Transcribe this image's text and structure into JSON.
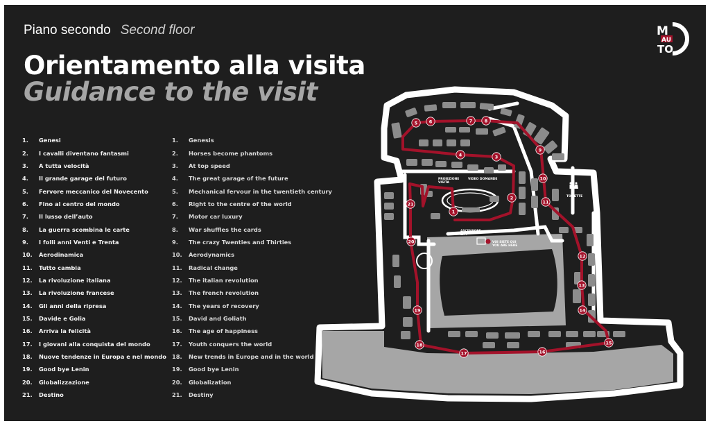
{
  "header": {
    "floor_it": "Piano secondo",
    "floor_en": "Second floor",
    "title_it": "Orientamento alla visita",
    "title_en": "Guidance to the visit"
  },
  "logo": {
    "text": "MAUTO"
  },
  "stops_it": [
    {
      "num": "1.",
      "label": "Genesi"
    },
    {
      "num": "2.",
      "label": "I cavalli diventano fantasmi"
    },
    {
      "num": "3.",
      "label": "A tutta velocità"
    },
    {
      "num": "4.",
      "label": "Il grande garage del futuro"
    },
    {
      "num": "5.",
      "label": "Fervore meccanico del Novecento"
    },
    {
      "num": "6.",
      "label": "Fino al centro del mondo"
    },
    {
      "num": "7.",
      "label": "Il lusso dell’auto"
    },
    {
      "num": "8.",
      "label": "La guerra scombina le carte"
    },
    {
      "num": "9.",
      "label": "I folli anni Venti e Trenta"
    },
    {
      "num": "10.",
      "label": "Aerodinamica"
    },
    {
      "num": "11.",
      "label": "Tutto cambia"
    },
    {
      "num": "12.",
      "label": "La rivoluzione italiana"
    },
    {
      "num": "13.",
      "label": "La rivoluzione francese"
    },
    {
      "num": "14.",
      "label": "Gli anni della ripresa"
    },
    {
      "num": "15.",
      "label": "Davide e Golia"
    },
    {
      "num": "16.",
      "label": "Arriva la felicità"
    },
    {
      "num": "17.",
      "label": "I giovani alla conquista del mondo"
    },
    {
      "num": "18.",
      "label": "Nuove tendenze in Europa e nel mondo"
    },
    {
      "num": "19.",
      "label": "Good bye Lenin"
    },
    {
      "num": "20.",
      "label": "Globalizzazione"
    },
    {
      "num": "21.",
      "label": "Destino"
    }
  ],
  "stops_en": [
    {
      "num": "1.",
      "label": "Genesis"
    },
    {
      "num": "2.",
      "label": "Horses become phantoms"
    },
    {
      "num": "3.",
      "label": "At top speed"
    },
    {
      "num": "4.",
      "label": "The great garage of the future"
    },
    {
      "num": "5.",
      "label": "Mechanical fervour in the twentieth century"
    },
    {
      "num": "6.",
      "label": "Right to the centre of the world"
    },
    {
      "num": "7.",
      "label": "Motor car luxury"
    },
    {
      "num": "8.",
      "label": "War shuffles the cards"
    },
    {
      "num": "9.",
      "label": "The crazy Twenties and Thirties"
    },
    {
      "num": "10.",
      "label": "Aerodynamics"
    },
    {
      "num": "11.",
      "label": "Radical change"
    },
    {
      "num": "12.",
      "label": "The italian revolution"
    },
    {
      "num": "13.",
      "label": "The french revolution"
    },
    {
      "num": "14.",
      "label": "The years of recovery"
    },
    {
      "num": "15.",
      "label": "David and Goliath"
    },
    {
      "num": "16.",
      "label": "The age of happiness"
    },
    {
      "num": "17.",
      "label": "Youth conquers the world"
    },
    {
      "num": "18.",
      "label": "New trends in Europe and in the world"
    },
    {
      "num": "19.",
      "label": "Good bye Lenin"
    },
    {
      "num": "20.",
      "label": "Globalization"
    },
    {
      "num": "21.",
      "label": "Destiny"
    }
  ],
  "map_labels": {
    "projection": "PROIEZIONE VISITA",
    "video": "VIDEO DOMANDE",
    "lift": "ASCENSORE LIFT",
    "you_are_here": "VOI SIETE QUI YOU ARE HERE",
    "toilet": "TOILETTE"
  },
  "colors": {
    "background": "#1e1e1e",
    "route": "#a3122a",
    "floor_grey": "#a6a6a6",
    "walls": "#ffffff"
  }
}
